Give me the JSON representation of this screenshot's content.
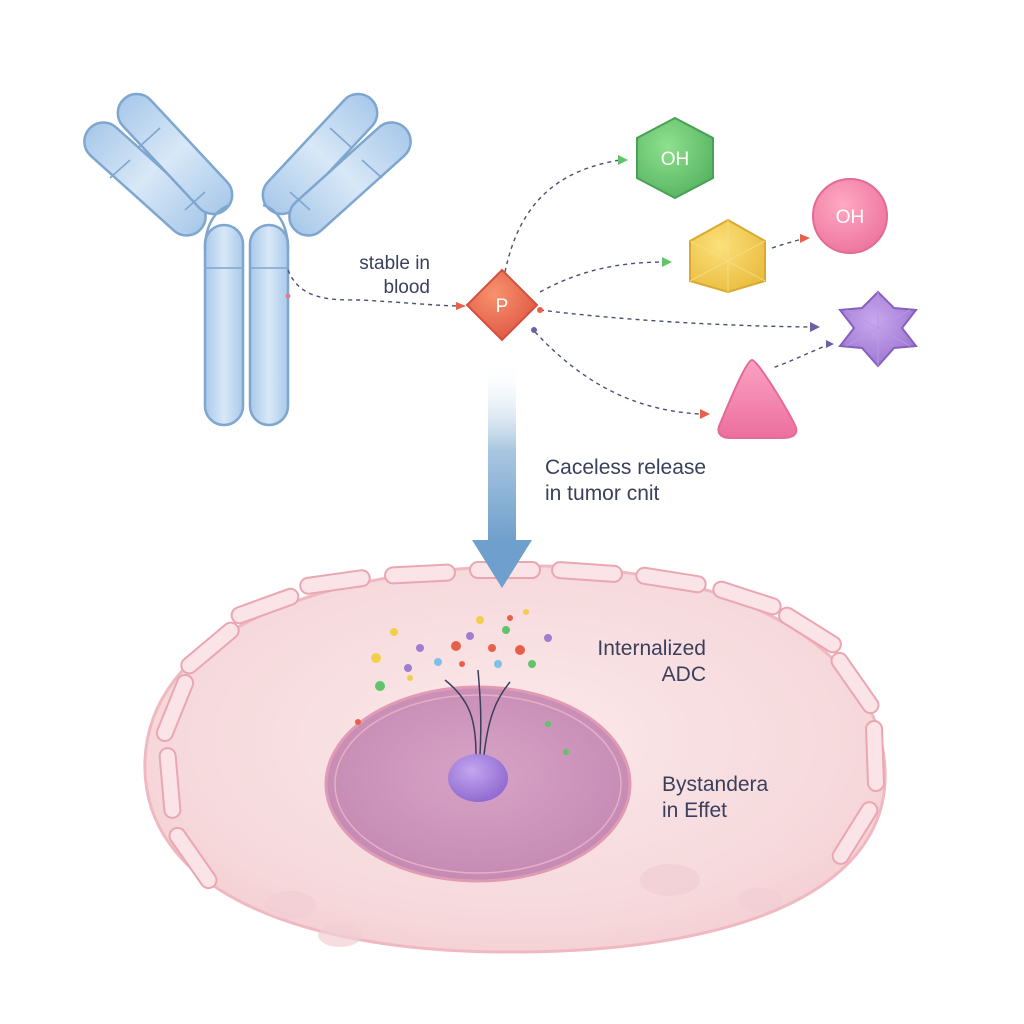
{
  "labels": {
    "stable_line1": "stable in",
    "stable_line2": "blood",
    "release_line1": "Caceless release",
    "release_line2": "in tumor cnit",
    "internalized_line1": "Internalized",
    "internalized_line2": "ADC",
    "bystander_line1": "Bystandera",
    "bystander_line2": "in Effet"
  },
  "molecules": {
    "linker": "P",
    "payload_green": "OH",
    "payload_pink": "OH"
  },
  "colors": {
    "antibody": "#bcd6ef",
    "antibody_stroke": "#7ea6cf",
    "linker": "#e8604a",
    "green": "#5fc46a",
    "yellow": "#f2cf4a",
    "pink": "#f07aa0",
    "purple": "#a07dd0",
    "cell": "#f7dcdf",
    "nucleus": "#c98bb6"
  },
  "icons": {
    "antibody": "antibody-y-icon",
    "arrow": "down-arrow-icon"
  }
}
